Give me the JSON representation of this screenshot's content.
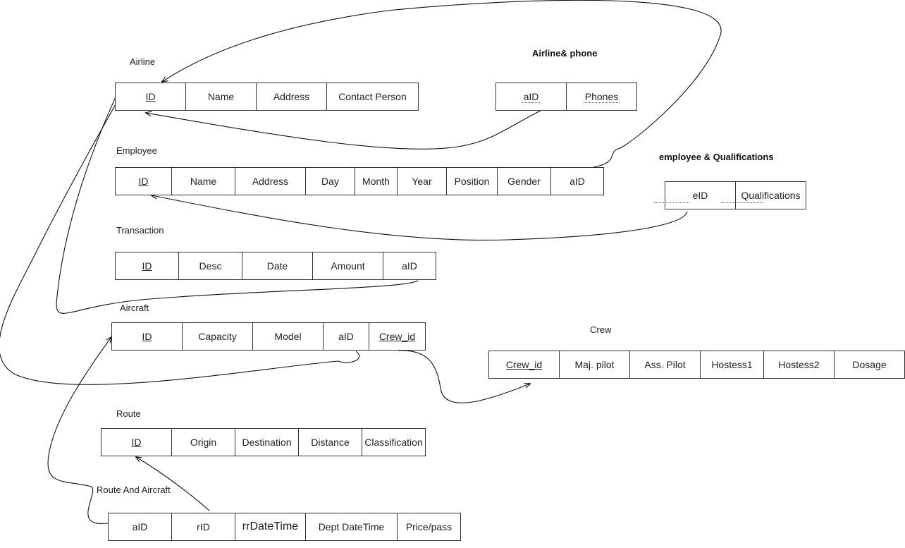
{
  "diagram": {
    "tables": [
      {
        "id": "airline",
        "title": "Airline",
        "title_bold": false,
        "cells": [
          {
            "text": "ID",
            "style": "key"
          },
          {
            "text": "Name"
          },
          {
            "text": "Address"
          },
          {
            "text": "Contact Person"
          }
        ]
      },
      {
        "id": "airline-phone",
        "title": "Airline& phone",
        "title_bold": true,
        "cells": [
          {
            "text": "aID",
            "style": "dot"
          },
          {
            "text": "Phones",
            "style": "dot"
          }
        ]
      },
      {
        "id": "employee",
        "title": "Employee",
        "title_bold": false,
        "cells": [
          {
            "text": "ID",
            "style": "key"
          },
          {
            "text": "Name"
          },
          {
            "text": "Address"
          },
          {
            "text": "Day"
          },
          {
            "text": "Month"
          },
          {
            "text": "Year"
          },
          {
            "text": "Position"
          },
          {
            "text": "Gender"
          },
          {
            "text": "aID"
          }
        ]
      },
      {
        "id": "employee-qualifications",
        "title": "employee & Qualifications",
        "title_bold": true,
        "cells": [
          {
            "text": "eID"
          },
          {
            "text": "Qualifications"
          }
        ]
      },
      {
        "id": "transaction",
        "title": "Transaction",
        "title_bold": false,
        "cells": [
          {
            "text": "ID",
            "style": "key"
          },
          {
            "text": "Desc"
          },
          {
            "text": "Date"
          },
          {
            "text": "Amount"
          },
          {
            "text": "aID"
          }
        ]
      },
      {
        "id": "aircraft",
        "title": "Aircraft",
        "title_bold": false,
        "cells": [
          {
            "text": "ID",
            "style": "key"
          },
          {
            "text": "Capacity"
          },
          {
            "text": "Model"
          },
          {
            "text": "aID"
          },
          {
            "text": "Crew_id",
            "style": "key"
          }
        ]
      },
      {
        "id": "crew",
        "title": "Crew",
        "title_bold": false,
        "cells": [
          {
            "text": "Crew_id",
            "style": "key"
          },
          {
            "text": "Maj. pilot"
          },
          {
            "text": "Ass. Pilot"
          },
          {
            "text": "Hostess1"
          },
          {
            "text": "Hostess2"
          },
          {
            "text": "Dosage"
          }
        ]
      },
      {
        "id": "route",
        "title": "Route",
        "title_bold": false,
        "cells": [
          {
            "text": "ID",
            "style": "key"
          },
          {
            "text": "Origin"
          },
          {
            "text": "Destination"
          },
          {
            "text": "Distance"
          },
          {
            "text": "Classification"
          }
        ]
      },
      {
        "id": "route-and-aircraft",
        "title": "Route And Aircraft",
        "title_bold": false,
        "cells": [
          {
            "text": "aID"
          },
          {
            "text": "rID"
          },
          {
            "text": "rrDateTime",
            "style": "big"
          },
          {
            "text": "Dept DateTime"
          },
          {
            "text": "Price/pass"
          }
        ]
      }
    ],
    "relationships": [
      {
        "from": "airline-phone.aID",
        "to": "airline.ID"
      },
      {
        "from": "employee.aID",
        "to": "airline.ID"
      },
      {
        "from": "employee-qualifications.eID",
        "to": "employee.ID"
      },
      {
        "from": "transaction.aID",
        "to": "airline.ID"
      },
      {
        "from": "aircraft.aID",
        "to": "airline.ID"
      },
      {
        "from": "aircraft.Crew_id",
        "to": "crew.Crew_id"
      },
      {
        "from": "route-and-aircraft.rID",
        "to": "route.ID"
      },
      {
        "from": "route-and-aircraft.aID",
        "to": "aircraft.ID"
      }
    ],
    "colors": {
      "line": "#111111",
      "border": "#333333",
      "background": "#ffffff"
    }
  }
}
